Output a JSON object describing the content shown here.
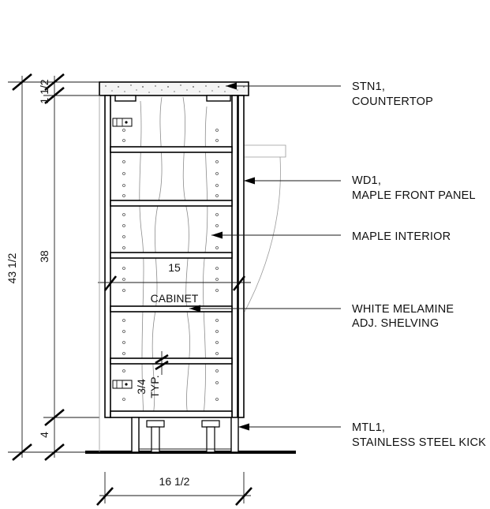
{
  "labels": {
    "stn1_code": "STN1,",
    "stn1_desc": "COUNTERTOP",
    "wd1_code": "WD1,",
    "wd1_desc": "MAPLE FRONT PANEL",
    "maple_interior": "MAPLE INTERIOR",
    "melamine_1": "WHITE MELAMINE",
    "melamine_2": "ADJ. SHELVING",
    "mtl1_code": "MTL1,",
    "mtl1_desc": "STAINLESS STEEL KICK"
  },
  "dimensions": {
    "overall_height": "43 1/2",
    "counter_thickness": "1 1/2",
    "cabinet_height": "38",
    "kick_height": "4",
    "depth": "16 1/2",
    "interior_width": "15",
    "cabinet_word": "CABINET",
    "shelf_thickness": "3/4",
    "typical": "TYP."
  }
}
